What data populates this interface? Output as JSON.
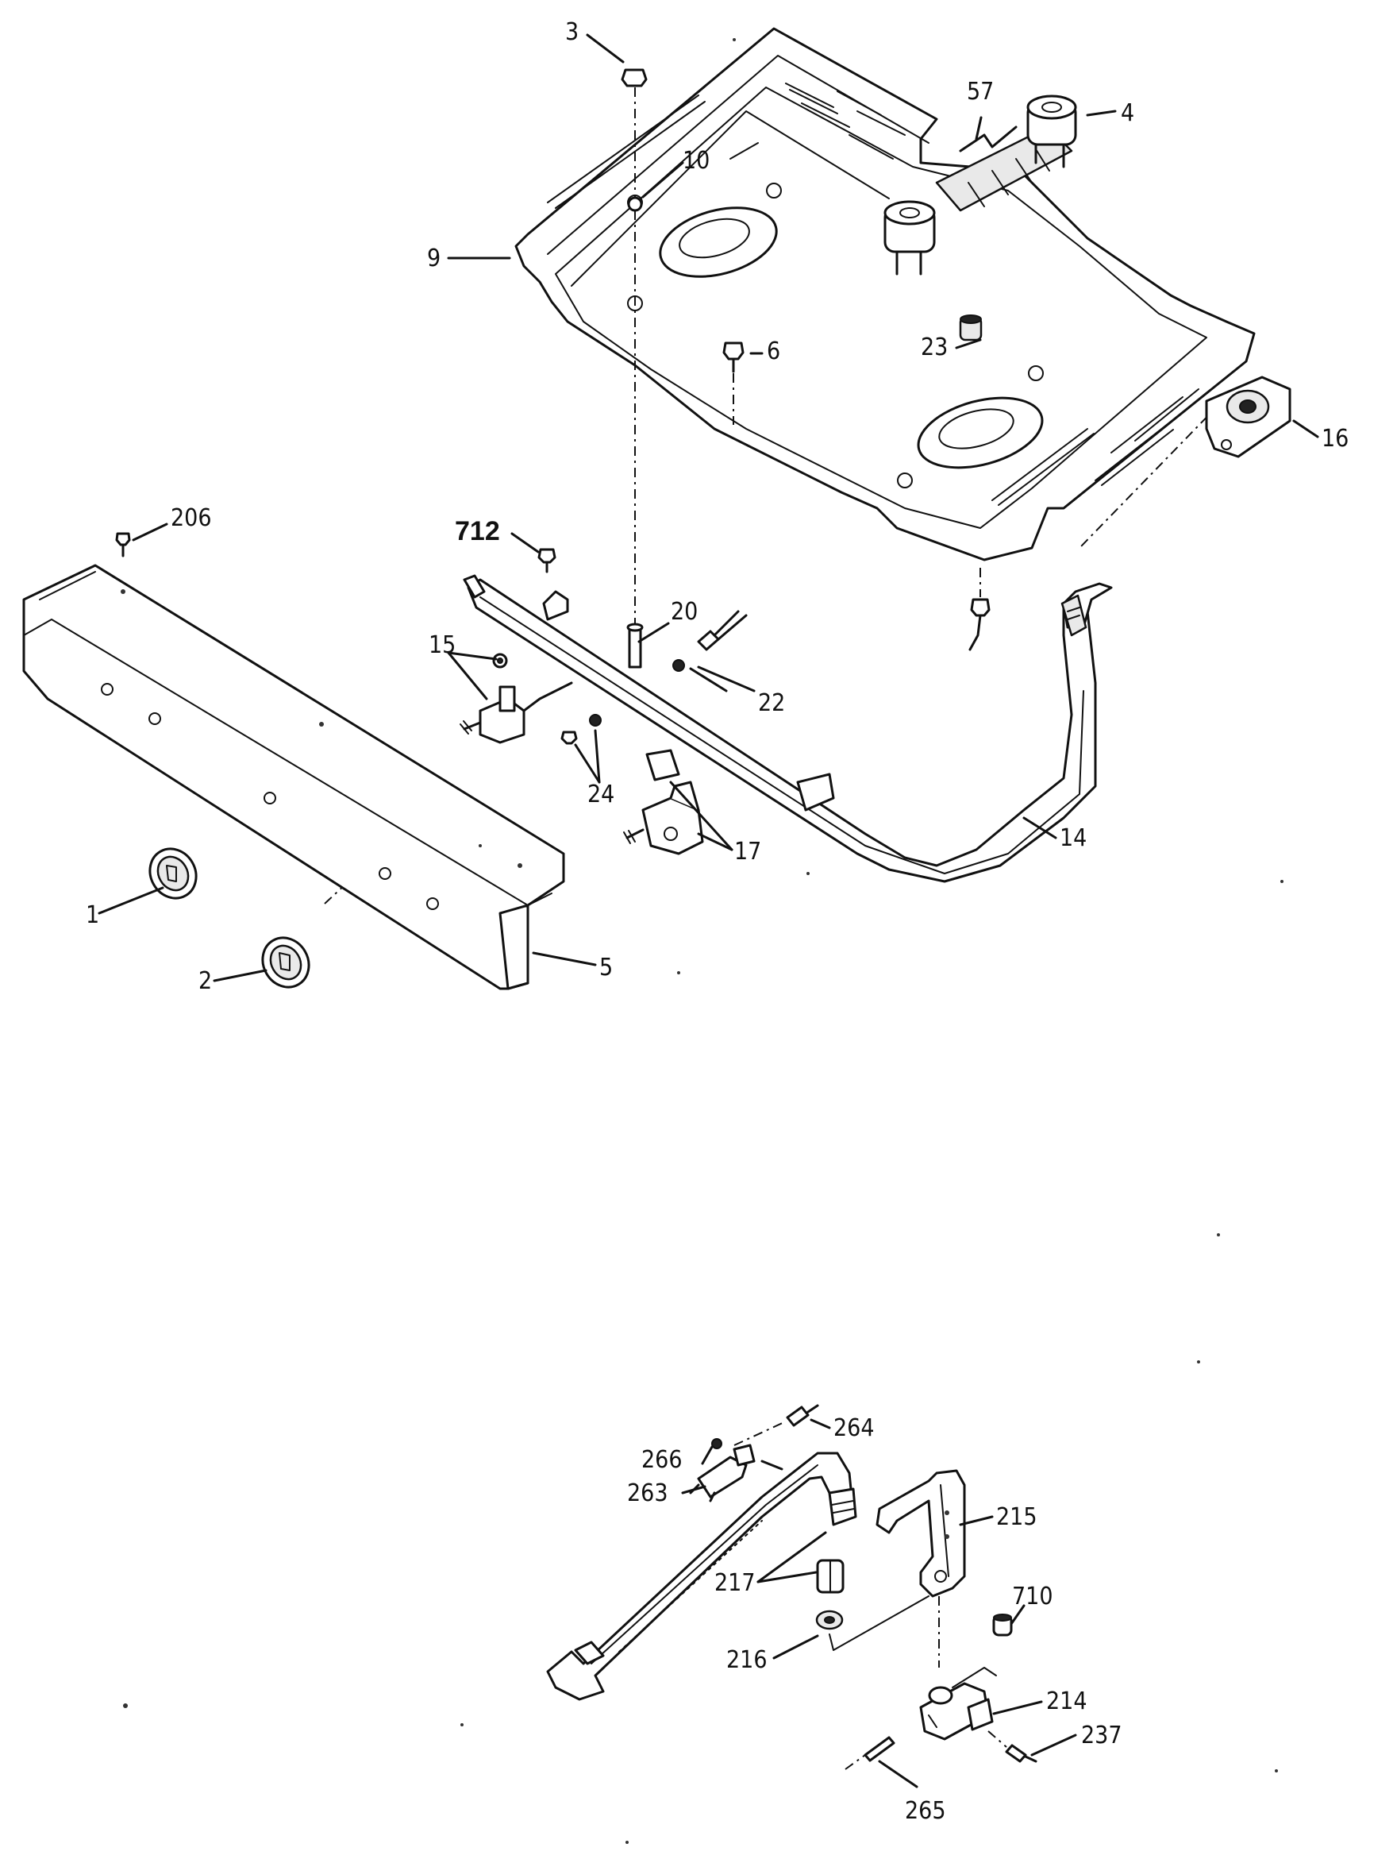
{
  "callouts": {
    "c1": "1",
    "c2": "2",
    "c3": "3",
    "c4": "4",
    "c5": "5",
    "c6": "6",
    "c9": "9",
    "c10": "10",
    "c14": "14",
    "c15": "15",
    "c16": "16",
    "c17": "17",
    "c20": "20",
    "c22": "22",
    "c23": "23",
    "c24": "24",
    "c57": "57",
    "c206": "206",
    "c712": "712",
    "c214": "214",
    "c215": "215",
    "c216": "216",
    "c217": "217",
    "c237": "237",
    "c263": "263",
    "c264": "264",
    "c265": "265",
    "c266": "266",
    "c710": "710"
  }
}
